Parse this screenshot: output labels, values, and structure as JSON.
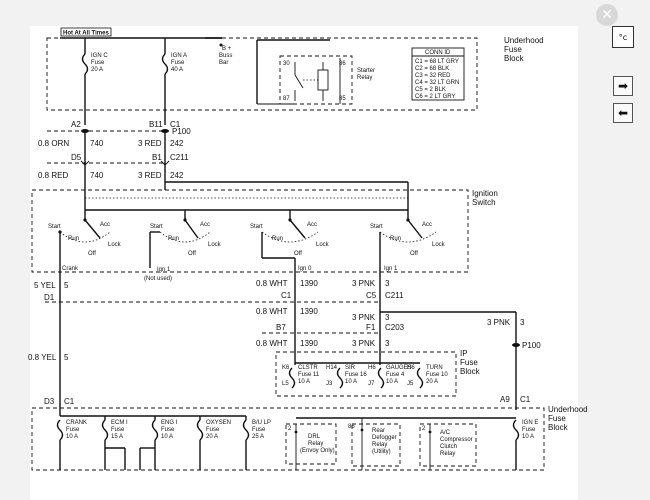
{
  "ui": {
    "close_glyph": "✕",
    "oc_label": "°c",
    "next_glyph": "➡",
    "prev_glyph": "⬅"
  },
  "diagram": {
    "hot_label": "Hot At All Times",
    "ign_c_fuse": [
      "IGN C",
      "Fuse",
      "20 A"
    ],
    "ign_a_fuse": [
      "IGN A",
      "Fuse",
      "40 A"
    ],
    "b_plus": [
      "B +",
      "Buss",
      "Bar"
    ],
    "starter_relay": [
      "Starter",
      "Relay"
    ],
    "relay_pins": [
      "30",
      "86",
      "87",
      "85"
    ],
    "underhood_top": [
      "Underhood",
      "Fuse",
      "Block"
    ],
    "conn_id": {
      "title": "CONN ID",
      "rows": [
        "C1 = 68 LT GRY",
        "C2 = 68 BLK",
        "C3 = 32 RED",
        "C4 = 32 LT GRN",
        "C5 = 2 BLK",
        "C6 = 2 LT GRY"
      ]
    },
    "connectors": {
      "a2": "A2",
      "b11": "B11",
      "c1_top": "C1",
      "p100": "P100",
      "d5": "D5",
      "b1": "B1",
      "c211": "C211",
      "d1": "D1",
      "c1_mid": "C1",
      "c5": "C5",
      "c211_b": "C211",
      "b7": "B7",
      "f1": "F1",
      "c203": "C203",
      "p100_b": "P100",
      "d3": "D3",
      "c1_bot": "C1",
      "a9": "A9",
      "c1_bot_r": "C1"
    },
    "wires": {
      "orn": "0.8 ORN",
      "orn_ckt": "740",
      "red_3": "3 RED",
      "red_3_ckt": "242",
      "red_08": "0.8 RED",
      "red_08_ckt": "740",
      "red_3b": "3 RED",
      "red_3b_ckt": "242",
      "yel_5": "5 YEL",
      "yel_5_ckt": "5",
      "wht_1": "0.8 WHT",
      "wht_1_ckt": "1390",
      "pnk_1": "3 PNK",
      "pnk_1_ckt": "3",
      "wht_2": "0.8 WHT",
      "wht_2_ckt": "1390",
      "pnk_2": "3 PNK",
      "pnk_2_ckt": "3",
      "pnk_3": "3 PNK",
      "pnk_3_ckt": "3",
      "wht_3": "0.8 WHT",
      "wht_3_ckt": "1390",
      "pnk_4": "3 PNK",
      "pnk_4_ckt": "3",
      "yel_08": "0.8 YEL",
      "yel_08_ckt": "5"
    },
    "ignition_switch": [
      "Ignition",
      "Switch"
    ],
    "switch_positions": {
      "start": "Start",
      "run": "Run",
      "acc": "Acc",
      "lock": "Lock",
      "off": "Off"
    },
    "crank": "Crank",
    "ign1": "Ign 1",
    "not_used": "(Not used)",
    "ign1b": "Ign 1",
    "ign0": "Ign 0",
    "ip_fuse_block": [
      "IP",
      "Fuse",
      "Block"
    ],
    "ip_fuses": [
      {
        "pin_in": "K6",
        "pin_out": "L5",
        "name": "CLSTR",
        "fuse": "Fuse 11",
        "amp": "10 A"
      },
      {
        "pin_in": "H14",
        "pin_out": "J3",
        "name": "SIR",
        "fuse": "Fuse 16",
        "amp": "10 A"
      },
      {
        "pin_in": "H6",
        "pin_out": "J7",
        "name": "GAUGES",
        "fuse": "Fuse 4",
        "amp": "10 A"
      },
      {
        "pin_in": "H6",
        "pin_out": "J5",
        "name": "TURN",
        "fuse": "Fuse 10",
        "amp": "20 A"
      }
    ],
    "underhood_bottom": [
      "Underhood",
      "Fuse",
      "Block"
    ],
    "bottom_fuses": [
      {
        "name": "CRANK",
        "fuse": "Fuse",
        "amp": "10 A"
      },
      {
        "name": "ECM I",
        "fuse": "Fuse",
        "amp": "15 A"
      },
      {
        "name": "ENG I",
        "fuse": "Fuse",
        "amp": "10 A"
      },
      {
        "name": "OXYSEN",
        "fuse": "Fuse",
        "amp": "20 A"
      },
      {
        "name": "B/U LP",
        "fuse": "Fuse",
        "amp": "25 A"
      }
    ],
    "ign_e_fuse": [
      "IGN E",
      "Fuse",
      "10 A"
    ],
    "bottom_relays": [
      {
        "pin": "2",
        "lines": [
          "DRL",
          "Relay",
          "(Envoy Only)"
        ]
      },
      {
        "pin": "86",
        "lines": [
          "Rear",
          "Defogger",
          "Relay",
          "(Utility)"
        ]
      },
      {
        "pin": "2",
        "lines": [
          "A/C",
          "Compressor",
          "Clutch",
          "Relay"
        ]
      }
    ]
  }
}
